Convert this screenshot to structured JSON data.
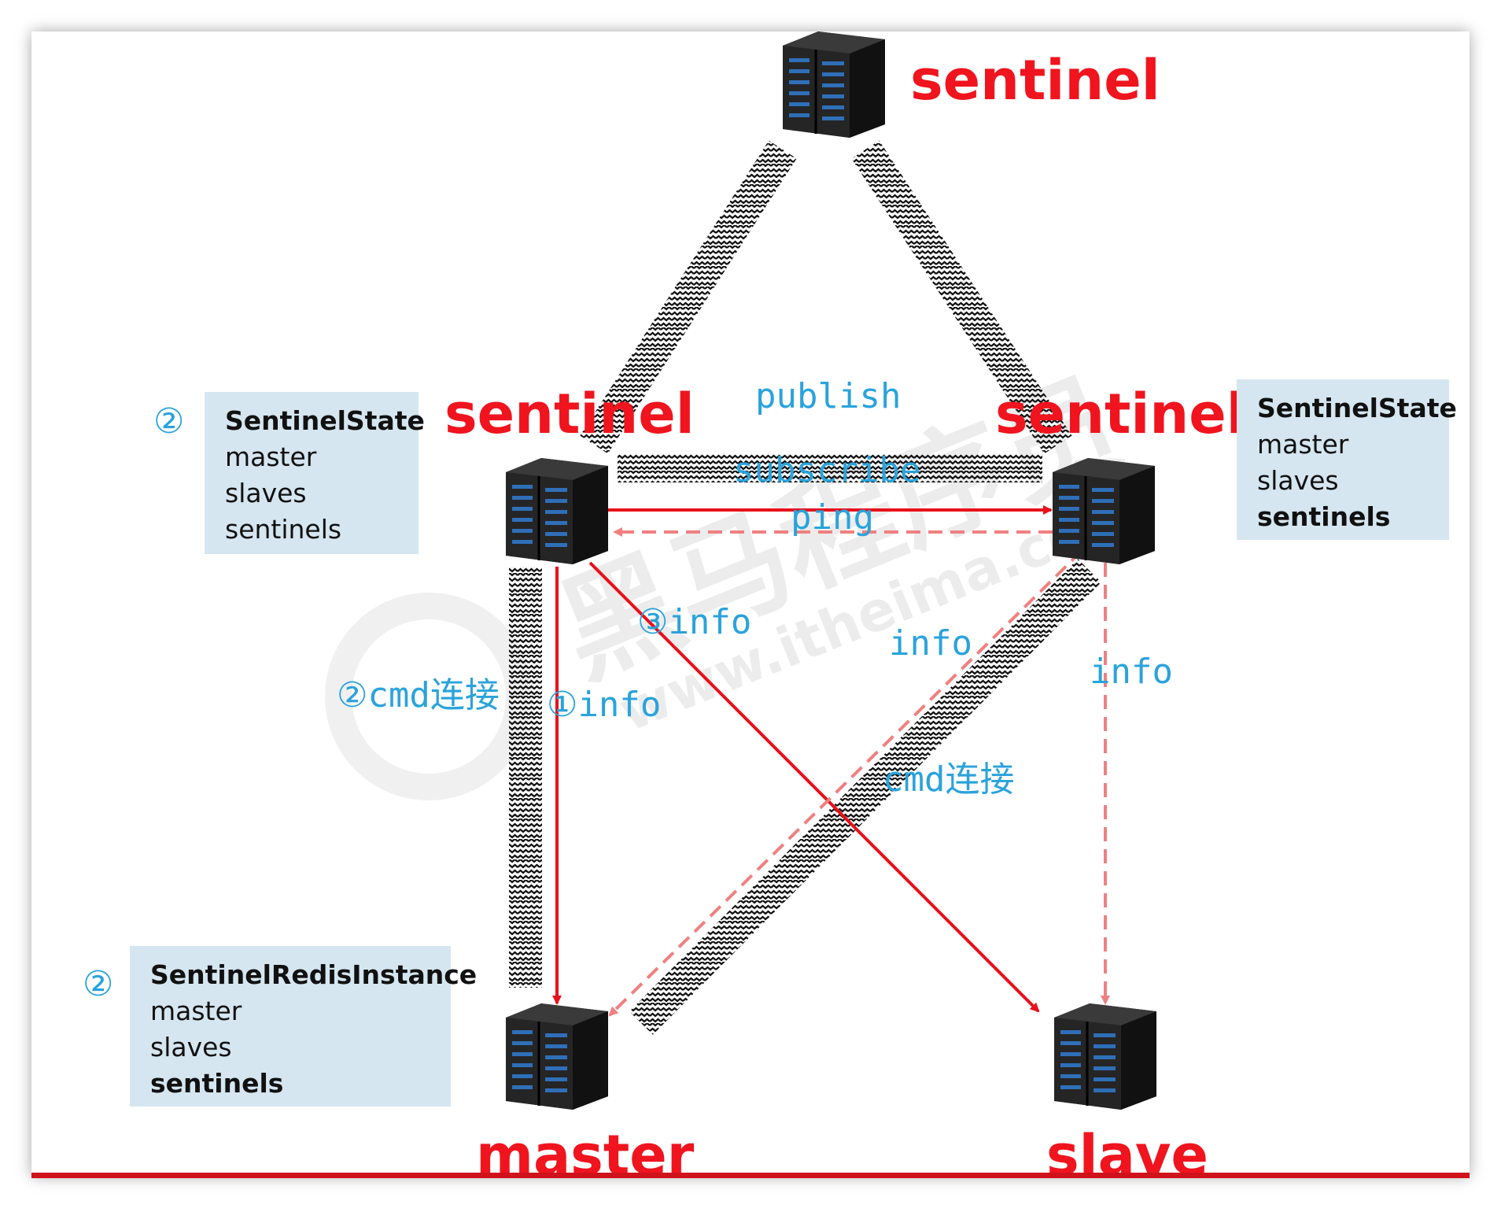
{
  "nodes": {
    "top_sentinel": "sentinel",
    "left_sentinel": "sentinel",
    "right_sentinel": "sentinel",
    "master": "master",
    "slave": "slave"
  },
  "edges": {
    "publish": "publish",
    "subscribe": "subscribe",
    "ping": "ping",
    "info_3": "③info",
    "info_mid": "info",
    "info_right": "info",
    "cmd_left": "②cmd连接",
    "info_1": "①info",
    "cmd_right": "cmd连接"
  },
  "boxes": {
    "left_state": {
      "marker": "②",
      "title": "SentinelState",
      "lines": [
        "master",
        "slaves",
        "sentinels"
      ]
    },
    "right_state": {
      "marker": "",
      "title": "SentinelState",
      "lines": [
        "master",
        "slaves",
        "sentinels"
      ]
    },
    "master_instance": {
      "marker": "②",
      "title": "SentinelRedisInstance",
      "lines": [
        "master",
        "slaves",
        "sentinels"
      ]
    }
  },
  "watermark": {
    "brand": "黑马程序员",
    "url": "www.itheima.com"
  },
  "colors": {
    "red": "#f0141e",
    "blue": "#2aa3dc",
    "box": "#d5e6f0"
  }
}
